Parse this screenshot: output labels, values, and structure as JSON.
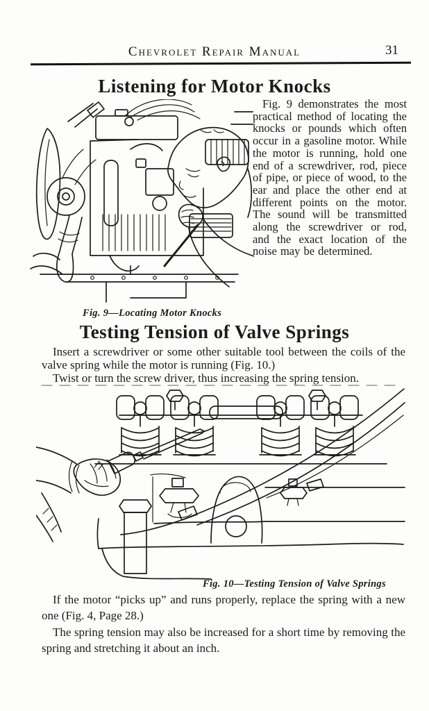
{
  "header": {
    "title": "Chevrolet Repair Manual",
    "page_number": "31"
  },
  "motor_knocks": {
    "heading": "Listening for Motor Knocks",
    "body": "Fig. 9 demonstrates the most practical method of locating the knocks or pounds which often occur in a gasoline motor. While the motor is running, hold one end of a screwdriver, rod, piece of pipe, or piece of wood, to the ear and place the other end at different points on the motor. The sound will be transmitted along the screwdriver or rod, and the exact location of the noise may be determined.",
    "caption": "Fig. 9—Locating Motor Knocks",
    "figure_subject": "man listening to engine through screwdriver"
  },
  "valve_springs": {
    "heading": "Testing Tension of Valve Springs",
    "para1": "Insert a screwdriver or some other suitable tool between the coils of the valve spring while the motor is running (Fig. 10.)",
    "para2": "Twist or turn the screw driver, thus increasing the spring tension.",
    "caption": "Fig. 10—Testing Tension of Valve Springs",
    "figure_subject": "hand inserting screwdriver into valve spring coils",
    "para3": "If the motor “picks up” and runs properly, replace the spring with a new one (Fig. 4, Page 28.)",
    "para4": "The spring tension may also be increased for a short time by removing the spring and stretching it about an inch."
  },
  "colors": {
    "ink": "#1b1b1b",
    "paper": "#fdfdfc"
  }
}
